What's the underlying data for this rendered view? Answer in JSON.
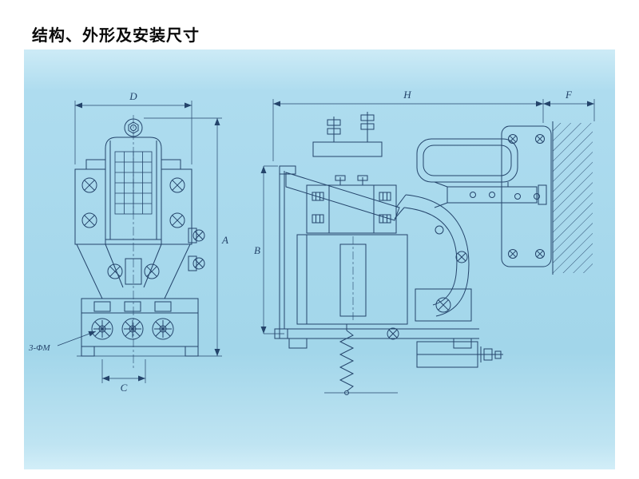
{
  "page": {
    "title": "结构、外形及安装尺寸"
  },
  "diagram": {
    "panel_background": "#aedcef",
    "ink_color": "#24446b",
    "labels": {
      "dim_d": "D",
      "dim_a": "A",
      "dim_c": "C",
      "dim_b": "B",
      "dim_h": "H",
      "dim_f": "F",
      "mounting_holes": "3-ΦM"
    }
  }
}
